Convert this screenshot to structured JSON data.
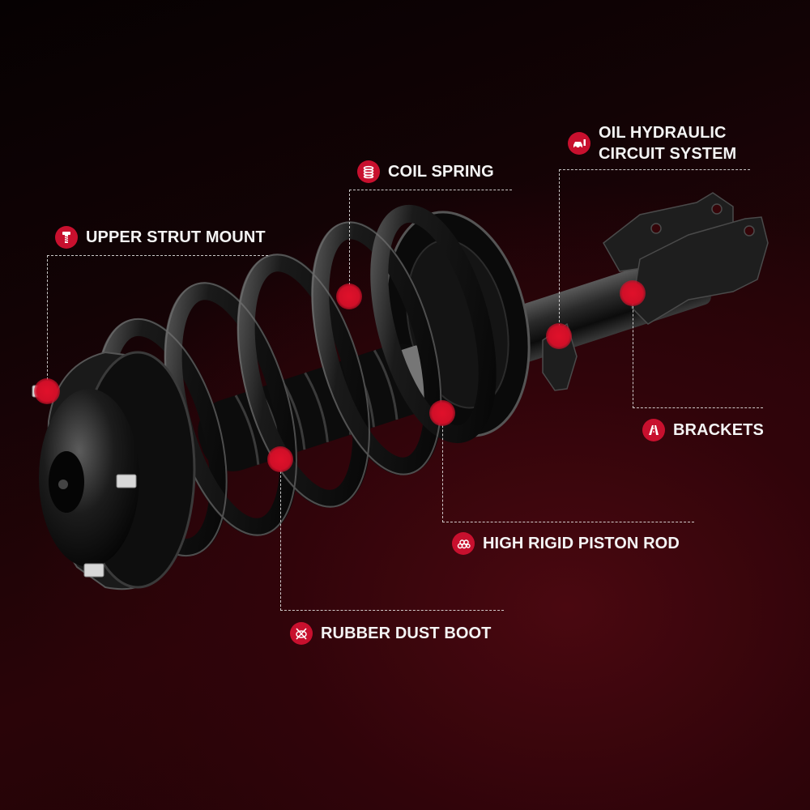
{
  "image": {
    "subject": "front strut assembly with coil spring",
    "background_colors": {
      "dark": "#060102",
      "mid": "#2a0408",
      "glow": "#4a0810"
    },
    "accent": "#c8102e",
    "text_color": "#f4f4f4",
    "leader_color": "#ebebeb"
  },
  "callouts": [
    {
      "id": "upper-strut-mount",
      "label": "UPPER STRUT MOUNT",
      "icon": "bolt-icon"
    },
    {
      "id": "coil-spring",
      "label": "COIL SPRING",
      "icon": "coil-icon"
    },
    {
      "id": "oil-hydraulic",
      "label_line1": "OIL HYDRAULIC",
      "label_line2": "CIRCUIT SYSTEM",
      "icon": "car-oil-icon"
    },
    {
      "id": "brackets",
      "label": "BRACKETS",
      "icon": "bracket-icon"
    },
    {
      "id": "piston-rod",
      "label": "HIGH RIGID PISTON ROD",
      "icon": "rods-icon"
    },
    {
      "id": "dust-boot",
      "label": "RUBBER DUST BOOT",
      "icon": "no-dust-icon"
    }
  ]
}
